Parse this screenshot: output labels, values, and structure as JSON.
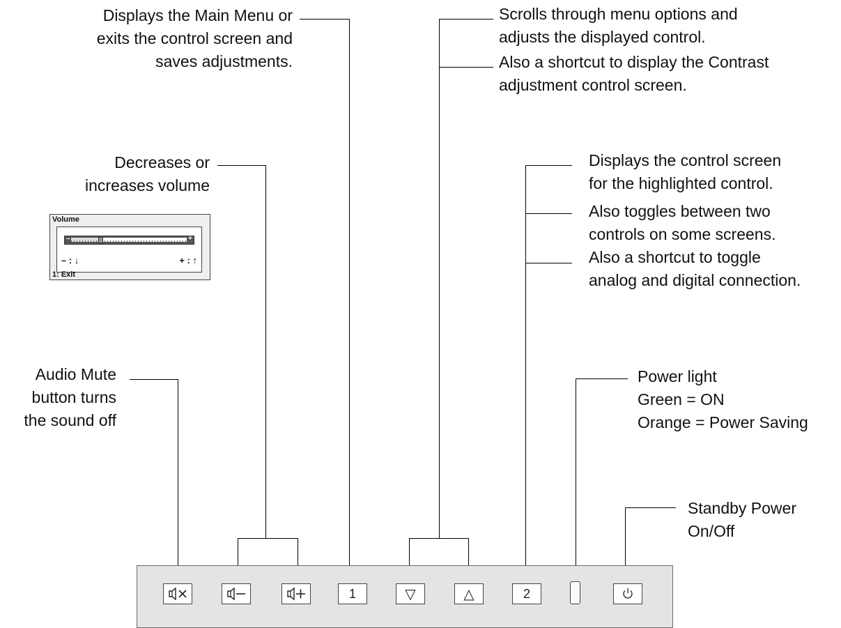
{
  "labels": {
    "main_menu": [
      "Displays the Main Menu or",
      "exits the control screen and",
      "saves adjustments."
    ],
    "scroll": [
      "Scrolls through menu options and",
      "adjusts the displayed control."
    ],
    "contrast": [
      "Also a shortcut to display the Contrast",
      "adjustment control screen."
    ],
    "volume": [
      "Decreases or",
      "increases volume"
    ],
    "control_screen": [
      "Displays the control screen",
      "for the highlighted control."
    ],
    "toggle_controls": [
      "Also toggles between two",
      "controls on some screens."
    ],
    "toggle_connection": [
      "Also a shortcut to toggle",
      "analog and digital connection."
    ],
    "mute": [
      "Audio Mute",
      "button turns",
      "the sound off"
    ],
    "power_light": [
      "Power light",
      "Green = ON",
      "Orange = Power Saving"
    ],
    "standby": [
      "Standby Power",
      "On/Off"
    ]
  },
  "osd": {
    "title": "Volume",
    "minus": "–",
    "plus": "+",
    "decrease": "– : ↓",
    "increase": "+ : ↑",
    "exit": "1: Exit",
    "level": 0.25
  },
  "buttons": {
    "mute": "mute-icon",
    "vol_down": "volume-down-icon",
    "vol_up": "volume-up-icon",
    "one": "1",
    "down": "▽",
    "up": "△",
    "two": "2",
    "led": "power-led",
    "power": "power-icon"
  }
}
